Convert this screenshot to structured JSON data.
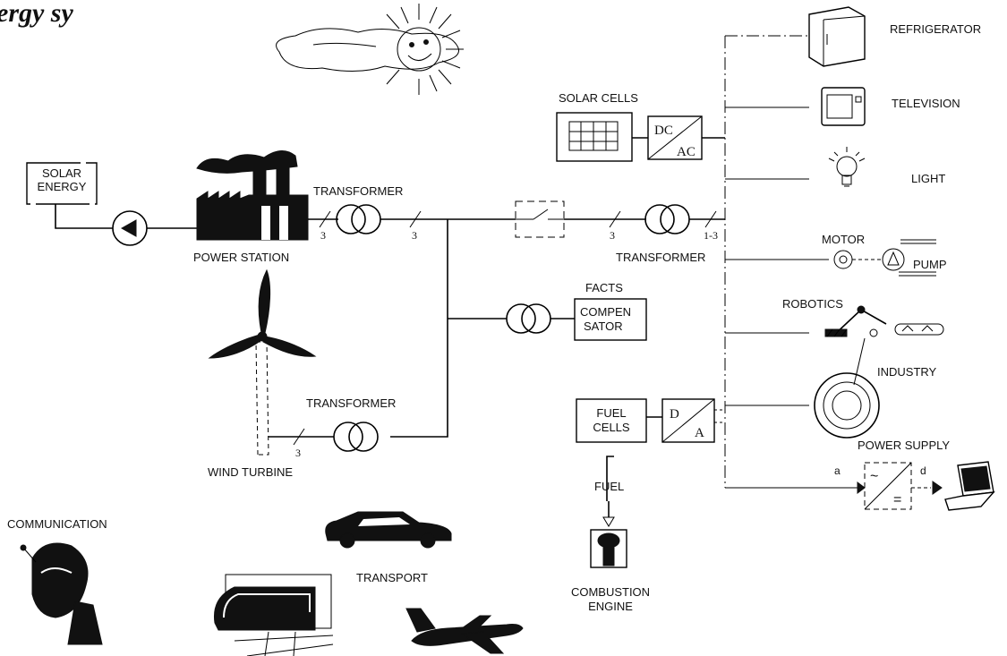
{
  "title_fragment": "ergy sy",
  "labels": {
    "solar_energy_line1": "SOLAR",
    "solar_energy_line2": "ENERGY",
    "power_station": "POWER STATION",
    "transformer": "TRANSFORMER",
    "wind_turbine": "WIND TURBINE",
    "solar_cells": "SOLAR CELLS",
    "dc": "DC",
    "ac": "AC",
    "facts": "FACTS",
    "compensator_line1": "COMPEN",
    "compensator_line2": "SATOR",
    "fuel_cells_line1": "FUEL",
    "fuel_cells_line2": "CELLS",
    "d": "D",
    "a": "A",
    "fuel": "FUEL",
    "combustion_line1": "COMBUSTION",
    "combustion_line2": "ENGINE",
    "refrigerator": "REFRIGERATOR",
    "television": "TELEVISION",
    "light": "LIGHT",
    "motor": "MOTOR",
    "pump": "PUMP",
    "robotics": "ROBOTICS",
    "industry": "INDUSTRY",
    "power_supply": "POWER SUPPLY",
    "ps_in": "a",
    "ps_out": "d",
    "communication": "COMMUNICATION",
    "transport": "TRANSPORT"
  },
  "phase_marks": {
    "three": "3",
    "one_three": "1-3"
  },
  "symbols": {
    "tilde": "~",
    "equals": "="
  },
  "icons": [
    "sun-icon",
    "cloud-icon",
    "factory-icon",
    "wind-turbine-icon",
    "refrigerator-icon",
    "television-icon",
    "light-bulb-icon",
    "motor-pump-icon",
    "robot-arm-icon",
    "turbine-wheel-icon",
    "laptop-icon",
    "satellite-dish-icon",
    "train-icon",
    "car-icon",
    "airplane-icon",
    "engine-icon"
  ]
}
